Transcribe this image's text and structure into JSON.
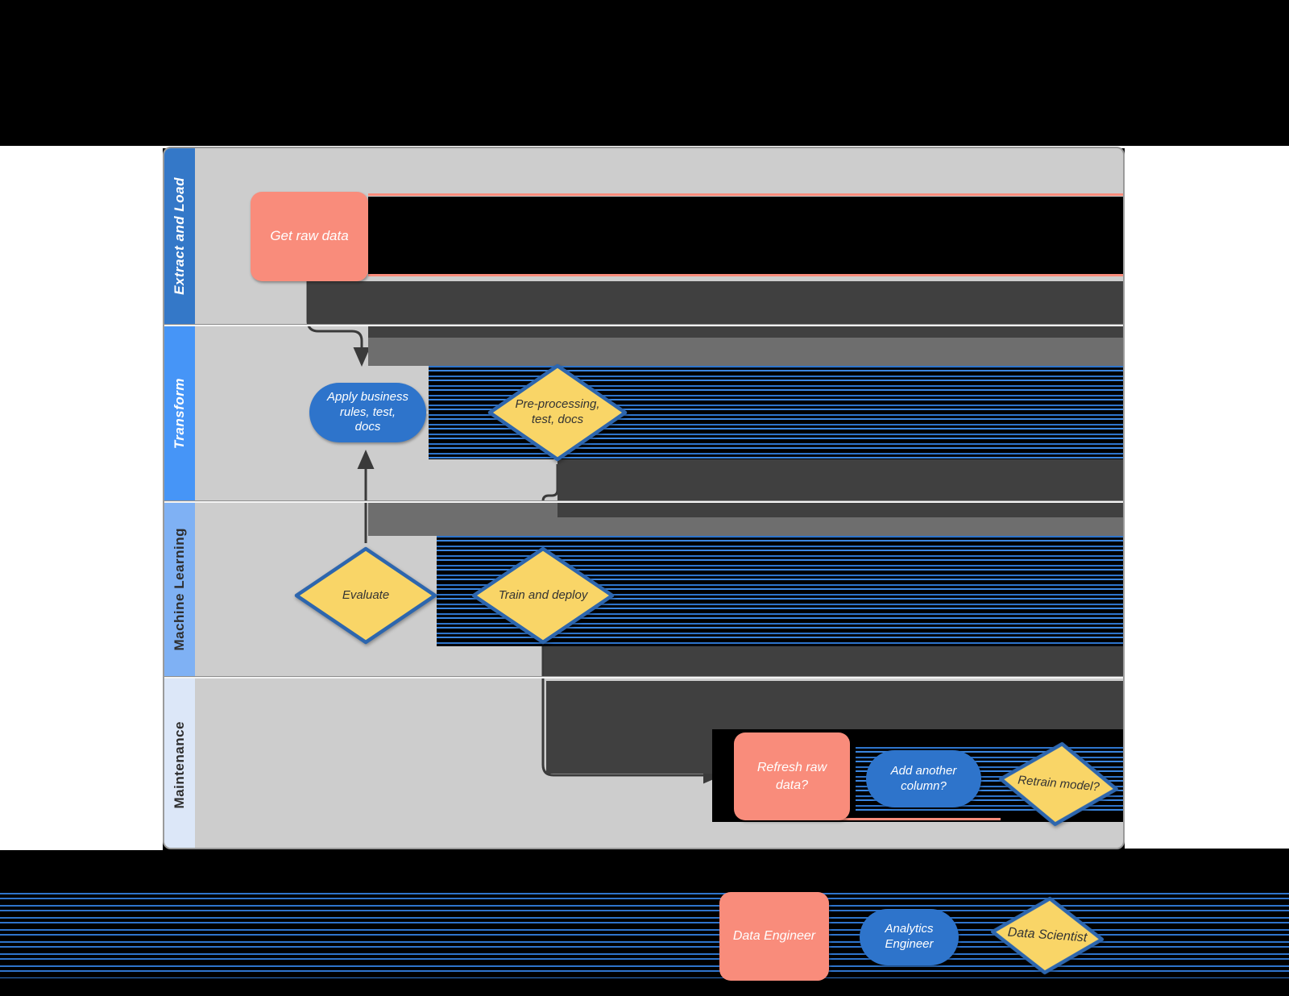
{
  "colors": {
    "salmon": "#F98C7B",
    "blue": "#2E74CB",
    "yellow": "#F9D567",
    "diamond_border": "#2D66AE",
    "lane_bg": "#CDCDCD",
    "header1": "#3478C8",
    "header2": "#4695F7",
    "header3": "#7FB1F4",
    "header4": "#DCE7F8",
    "dark_block": "#404040",
    "mid_block": "#6E6E6E",
    "arrow": "#3A3A3A"
  },
  "lanes": [
    {
      "label": "Extract and Load"
    },
    {
      "label": "Transform"
    },
    {
      "label": "Machine Learning"
    },
    {
      "label": "Maintenance"
    }
  ],
  "nodes": {
    "get_raw_data": {
      "label": "Get raw data"
    },
    "apply_business_rules": {
      "label": "Apply business\nrules, test,\ndocs"
    },
    "pre_processing": {
      "label": "Pre-processing,\ntest, docs"
    },
    "evaluate": {
      "label": "Evaluate"
    },
    "train_and_deploy": {
      "label": "Train and deploy"
    },
    "refresh_raw_data": {
      "label": "Refresh raw\ndata?"
    },
    "add_another_column": {
      "label": "Add another\ncolumn?"
    },
    "retrain_model": {
      "label": "Retrain model?"
    }
  },
  "edge_labels": {
    "to_refresh": "???"
  },
  "legend": {
    "data_engineer": {
      "label": "Data Engineer"
    },
    "analytics_engineer": {
      "label": "Analytics\nEngineer"
    },
    "data_scientist": {
      "label": "Data Scientist"
    }
  }
}
